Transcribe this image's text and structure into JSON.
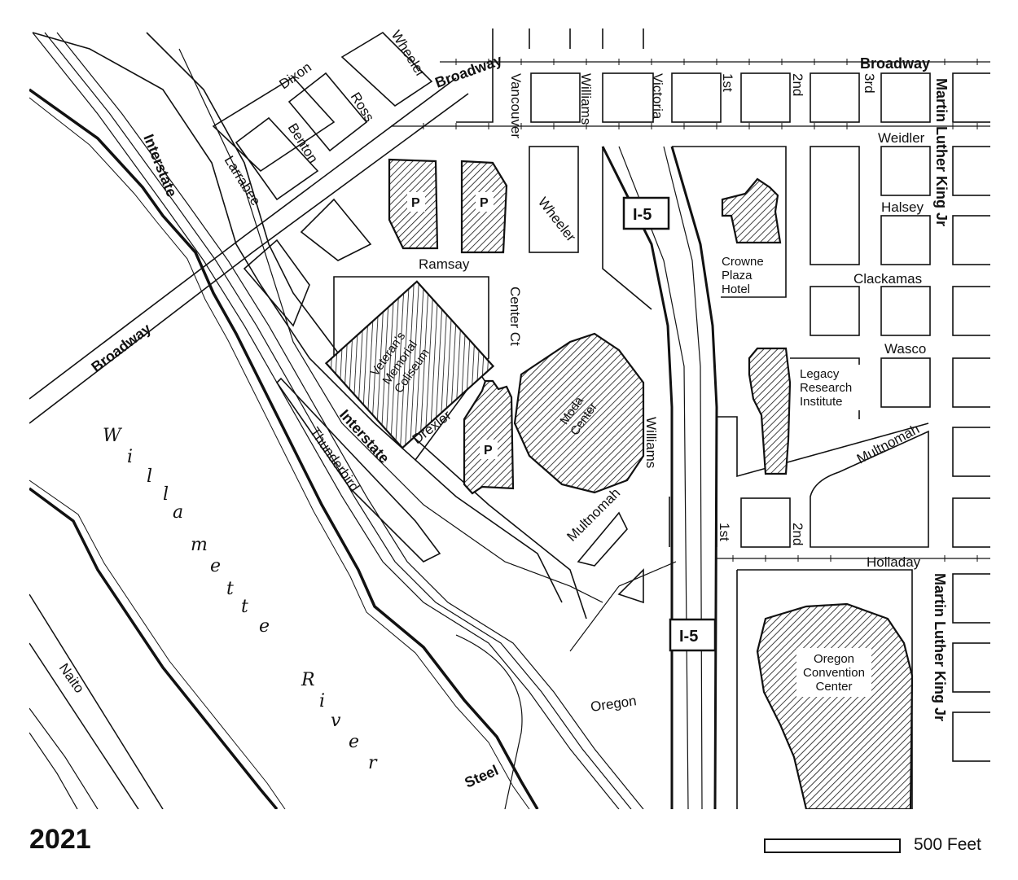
{
  "map": {
    "year": "2021",
    "scale_label": "500 Feet",
    "river_letters": [
      "W",
      "i",
      "l",
      "l",
      "a",
      "m",
      "e",
      "t",
      "t",
      "e"
    ],
    "river_letters2": [
      "R",
      "i",
      "v",
      "e",
      "r"
    ],
    "streets": {
      "broadway_top": "Broadway",
      "broadway_top_right": "Broadway",
      "broadway_diag": "Broadway",
      "wheeler_top": "Wheeler",
      "dixon": "Dixon",
      "ross": "Ross",
      "benton": "Benton",
      "larrabee": "Larrabee",
      "interstate_top": "Interstate",
      "interstate_mid": "Interstate",
      "vancouver": "Vancouver",
      "williams_top": "Williams",
      "victoria": "Victoria",
      "first_top": "1st",
      "second_top": "2nd",
      "third": "3rd",
      "mlk_top": "Martin Luther King Jr",
      "mlk_bottom": "Martin Luther King Jr",
      "weidler": "Weidler",
      "halsey": "Halsey",
      "wheeler_mid": "Wheeler",
      "ramsay": "Ramsay",
      "clackamas": "Clackamas",
      "center_ct": "Center Ct",
      "wasco": "Wasco",
      "drexler": "Drexler",
      "thunderbird": "Thunderbird",
      "williams_mid": "Williams",
      "multnomah_right": "Multnomah",
      "multnomah_left": "Multnomah",
      "first_bottom": "1st",
      "second_bottom": "2nd",
      "holladay": "Holladay",
      "oregon": "Oregon",
      "steel": "Steel",
      "naito": "Naito"
    },
    "buildings": {
      "coliseum": [
        "Veteran's",
        "Memorial",
        "Coliseum"
      ],
      "moda": [
        "Moda",
        "Center"
      ],
      "crowne": [
        "Crowne",
        "Plaza",
        "Hotel"
      ],
      "legacy": [
        "Legacy",
        "Research",
        "Institute"
      ],
      "convention": [
        "Oregon",
        "Convention",
        "Center"
      ],
      "parking_label": "P"
    },
    "highway_shield": "I-5"
  }
}
